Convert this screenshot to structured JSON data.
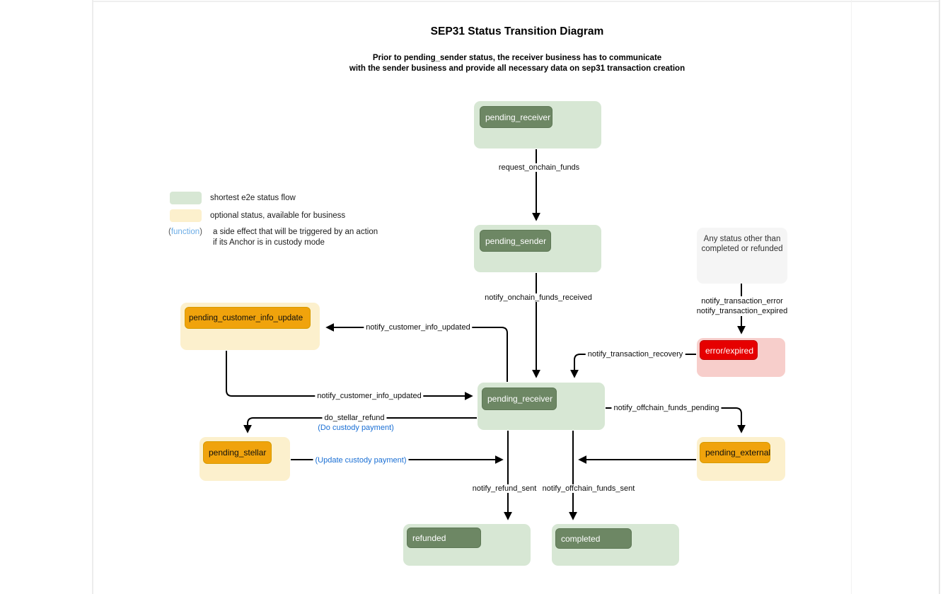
{
  "diagram": {
    "title": "SEP31 Status Transition Diagram",
    "subtitle": [
      "Prior to pending_sender status, the receiver business has to communicate",
      "with the sender business and provide all necessary data on sep31 transaction creation"
    ]
  },
  "legend": {
    "shortest_flow": "shortest e2e status flow",
    "optional_status": "optional status, available for business",
    "function_open": "(",
    "function_word": "function",
    "function_close": ")",
    "function_desc": [
      "a side effect that will be triggered by an action",
      "if its Anchor is in custody mode"
    ]
  },
  "nodes": {
    "pending_receiver_top": "pending_receiver",
    "pending_sender": "pending_sender",
    "any_status": [
      "Any status other than",
      "completed or refunded"
    ],
    "error_expired": "error/expired",
    "pending_customer_info_update": "pending_customer_info_update",
    "pending_receiver_mid": "pending_receiver",
    "pending_stellar": "pending_stellar",
    "pending_external": "pending_external",
    "refunded": "refunded",
    "completed": "completed"
  },
  "edges": {
    "request_onchain_funds": "request_onchain_funds",
    "notify_onchain_funds_received": "notify_onchain_funds_received",
    "notify_customer_info_updated_to_update": "notify_customer_info_updated",
    "notify_customer_info_updated_to_receiver": "notify_customer_info_updated",
    "notify_transaction_error": "notify_transaction_error",
    "notify_transaction_expired": "notify_transaction_expired",
    "notify_transaction_recovery": "notify_transaction_recovery",
    "notify_offchain_funds_pending": "notify_offchain_funds_pending",
    "do_stellar_refund": "do_stellar_refund",
    "do_custody_payment": "(Do custody payment)",
    "update_custody_payment": "(Update custody payment)",
    "notify_refund_sent": "notify_refund_sent",
    "notify_offchain_funds_sent": "notify_offchain_funds_sent"
  },
  "colors": {
    "shortest_flow_fill": "#d7e7d4",
    "status_label_green": "#6d8764",
    "optional_fill": "#fcf0cd",
    "optional_label_orange": "#f0a30c",
    "error_fill": "#f7cecb",
    "error_label_red": "#e60000",
    "any_status_fill": "#f5f5f5",
    "function_blue": "#1a6fd4",
    "arrow": "#000000"
  }
}
